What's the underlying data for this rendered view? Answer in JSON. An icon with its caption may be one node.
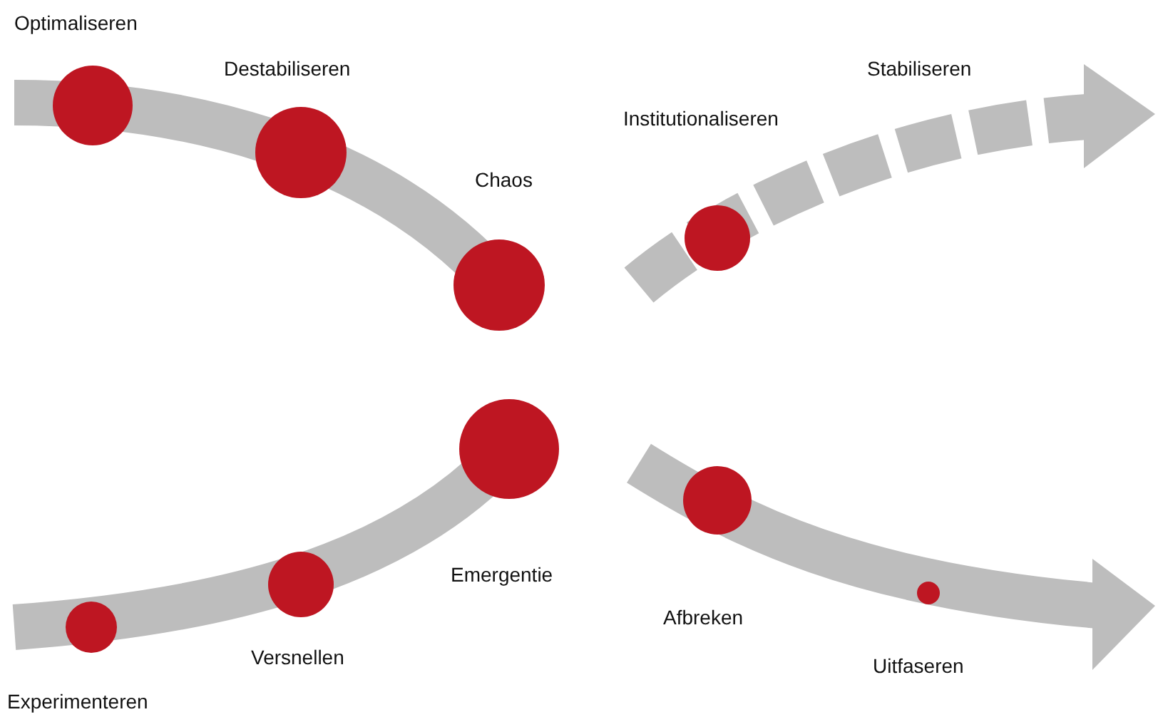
{
  "diagram": {
    "labels": [
      "Optimaliseren",
      "Destabiliseren",
      "Stabiliseren",
      "Institutionaliseren",
      "Chaos",
      "Emergentie",
      "Afbreken",
      "Versnellen",
      "Uitfaseren",
      "Experimenteren"
    ]
  }
}
